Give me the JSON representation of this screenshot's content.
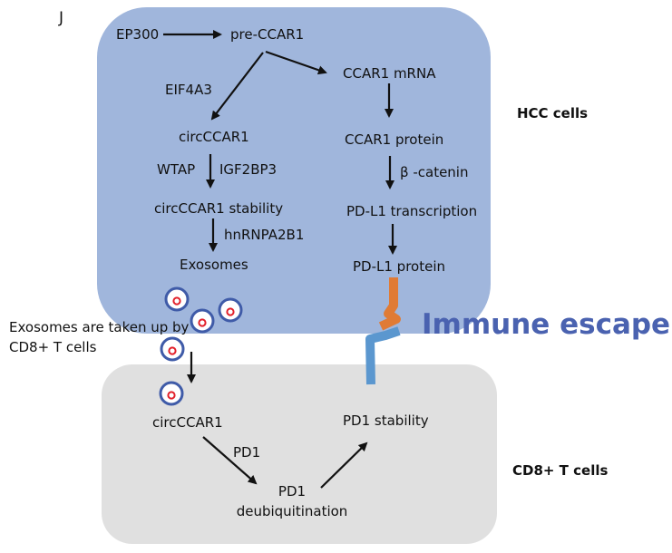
{
  "panel_letter": "J",
  "colors": {
    "hcc_box": "#a0b6dc",
    "t_box": "#e0e0e0",
    "receptor_upper": "#e07b35",
    "receptor_lower": "#5b97cf",
    "immune_escape": "#4a62b0",
    "exosome_ring": "#3f5ba8",
    "exosome_core": "#e2202a",
    "arrow": "#111111"
  },
  "hcc": {
    "label": "HCC cells",
    "nodes": {
      "ep300": "EP300",
      "pre_ccar1": "pre-CCAR1",
      "ccar1_mrna": "CCAR1 mRNA",
      "eif4a3": "EIF4A3",
      "circccar1": "circCCAR1",
      "ccar1_protein": "CCAR1 protein",
      "wtap": "WTAP",
      "igf2bp3": "IGF2BP3",
      "beta_catenin": "β  -catenin",
      "circ_stability": "circCCAR1 stability",
      "pdl1_transcription": "PD-L1 transcription",
      "hnrnpa2b1": "hnRNPA2B1",
      "exosomes": "Exosomes",
      "pdl1_protein": "PD-L1 protein"
    }
  },
  "immune_escape": "Immune escape",
  "exosome_note": "Exosomes are taken up by CD8+ T cells",
  "tcell": {
    "label": "CD8+ T cells",
    "nodes": {
      "circccar1": "circCCAR1",
      "pd1_stability": "PD1 stability",
      "pd1": "PD1",
      "pd1_deubiq": "PD1 deubiquitination"
    }
  },
  "icons": {
    "exosome": "exosome-vesicle-icon",
    "receptor": "pd1-pdl1-binding-icon"
  }
}
